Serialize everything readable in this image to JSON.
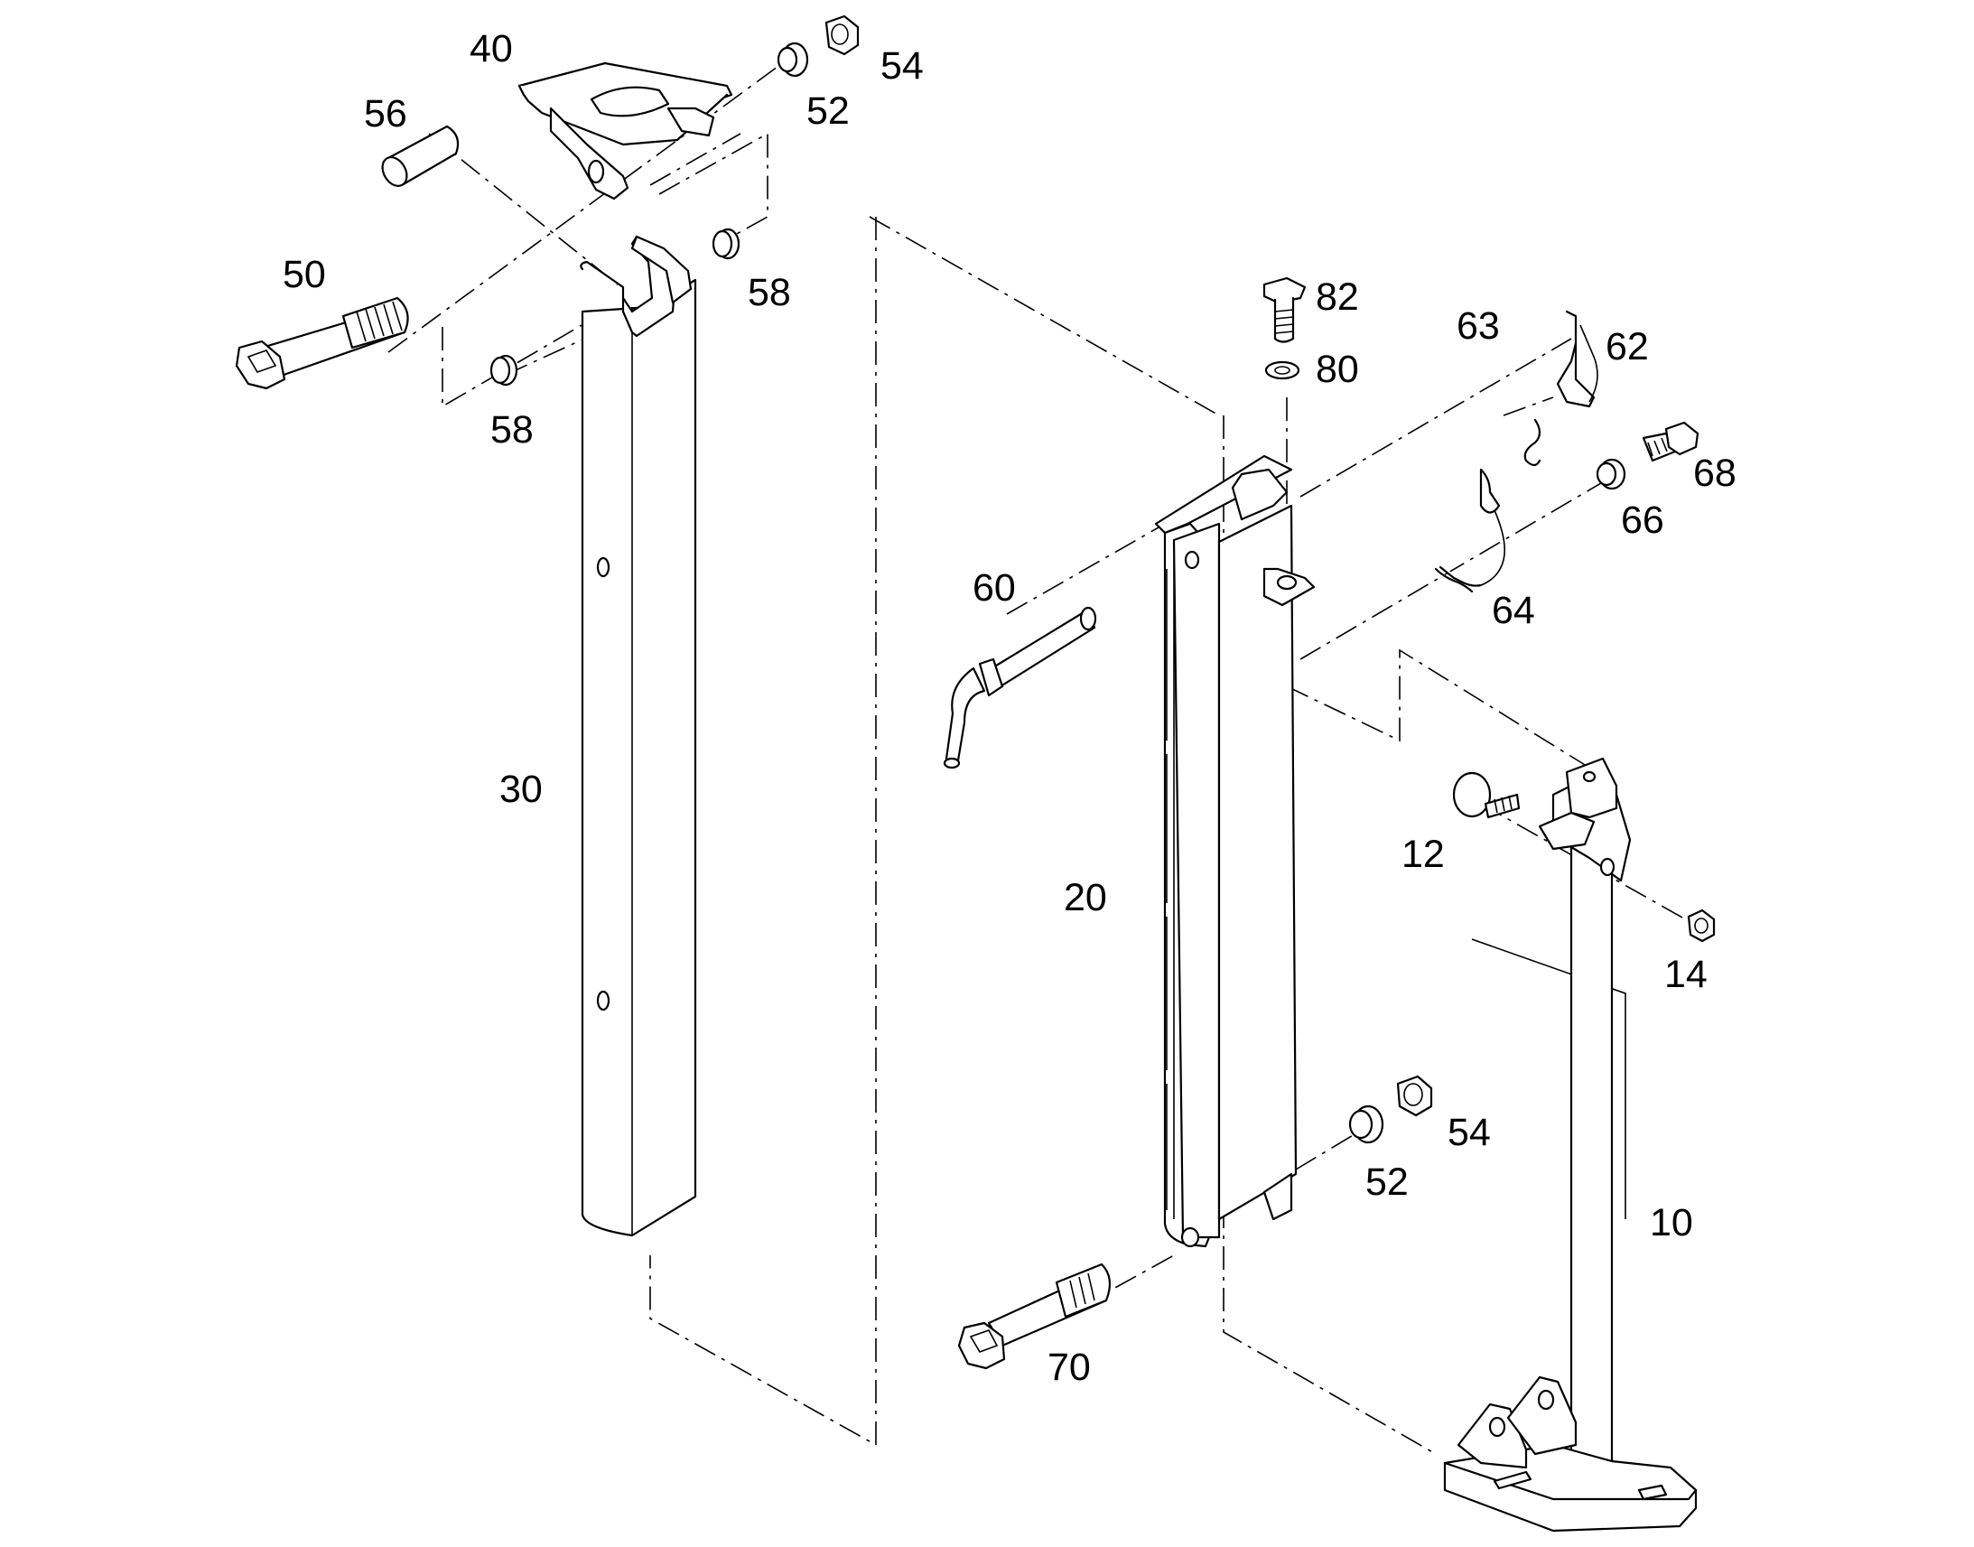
{
  "diagram": {
    "callouts": [
      {
        "id": "c40",
        "text": "40"
      },
      {
        "id": "c56",
        "text": "56"
      },
      {
        "id": "c54a",
        "text": "54"
      },
      {
        "id": "c52a",
        "text": "52"
      },
      {
        "id": "c50",
        "text": "50"
      },
      {
        "id": "c58a",
        "text": "58"
      },
      {
        "id": "c58b",
        "text": "58"
      },
      {
        "id": "c30",
        "text": "30"
      },
      {
        "id": "c82",
        "text": "82"
      },
      {
        "id": "c80",
        "text": "80"
      },
      {
        "id": "c63",
        "text": "63"
      },
      {
        "id": "c62",
        "text": "62"
      },
      {
        "id": "c68",
        "text": "68"
      },
      {
        "id": "c66",
        "text": "66"
      },
      {
        "id": "c64",
        "text": "64"
      },
      {
        "id": "c60",
        "text": "60"
      },
      {
        "id": "c12",
        "text": "12"
      },
      {
        "id": "c14",
        "text": "14"
      },
      {
        "id": "c20",
        "text": "20"
      },
      {
        "id": "c54b",
        "text": "54"
      },
      {
        "id": "c52b",
        "text": "52"
      },
      {
        "id": "c10",
        "text": "10"
      },
      {
        "id": "c70",
        "text": "70"
      }
    ]
  }
}
